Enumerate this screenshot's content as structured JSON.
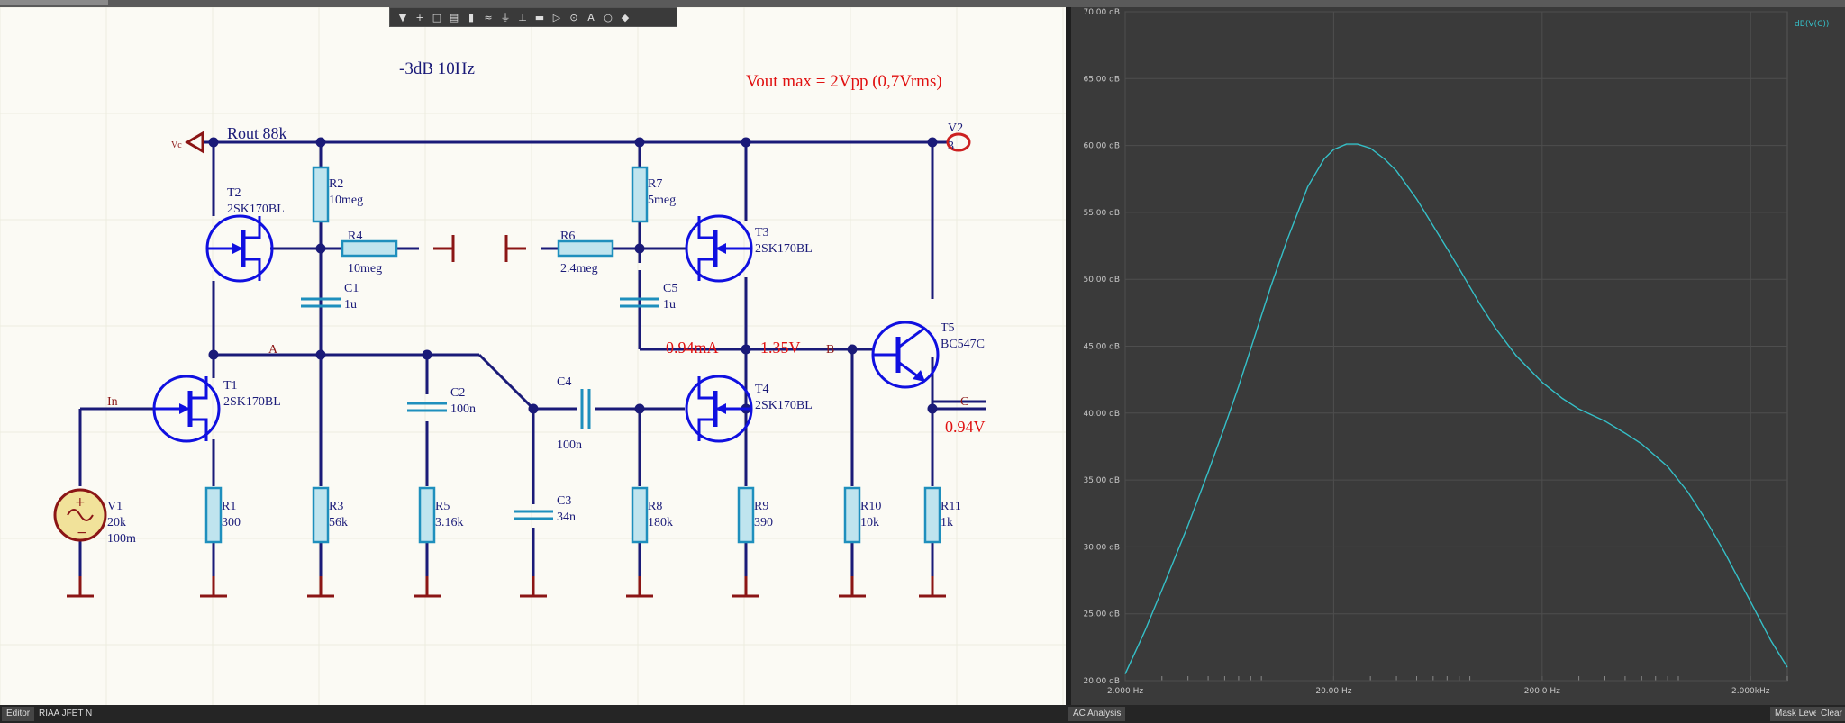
{
  "toolbar": {
    "tools": [
      {
        "name": "select-tool",
        "glyph": "▼"
      },
      {
        "name": "wire-tool",
        "glyph": "+"
      },
      {
        "name": "rect-tool",
        "glyph": "□"
      },
      {
        "name": "bus-tool",
        "glyph": "▤"
      },
      {
        "name": "part-tool",
        "glyph": "▮"
      },
      {
        "name": "source-tool",
        "glyph": "≈"
      },
      {
        "name": "ground-tool",
        "glyph": "⏚"
      },
      {
        "name": "probe-tool",
        "glyph": "⊥"
      },
      {
        "name": "label-tool",
        "glyph": "▬"
      },
      {
        "name": "net-tool",
        "glyph": "▷"
      },
      {
        "name": "measure-tool",
        "glyph": "⊙"
      },
      {
        "name": "text-tool",
        "glyph": "A"
      },
      {
        "name": "ellipse-tool",
        "glyph": "○"
      },
      {
        "name": "highlight-tool",
        "glyph": "◆"
      }
    ]
  },
  "schematic": {
    "title_note": "-3dB 10Hz",
    "vout_note": "Vout max = 2Vpp (0,7Vrms)",
    "rout_note": "Rout 88k",
    "vc_label": "Vc",
    "in_label": "In",
    "node_a": "A",
    "node_b": "B",
    "node_c": "C",
    "current_note": "0.94mA",
    "voltage_b": "1.35V",
    "voltage_c": "0.94V",
    "v2": {
      "name": "V2",
      "value": "3"
    },
    "v1": {
      "name": "V1",
      "value": "20k",
      "value2": "100m"
    },
    "t1": {
      "name": "T1",
      "model": "2SK170BL"
    },
    "t2": {
      "name": "T2",
      "model": "2SK170BL"
    },
    "t3": {
      "name": "T3",
      "model": "2SK170BL"
    },
    "t4": {
      "name": "T4",
      "model": "2SK170BL"
    },
    "t5": {
      "name": "T5",
      "model": "BC547C"
    },
    "r1": {
      "name": "R1",
      "value": "300"
    },
    "r2": {
      "name": "R2",
      "value": "10meg"
    },
    "r3": {
      "name": "R3",
      "value": "56k"
    },
    "r4": {
      "name": "R4",
      "value": "10meg"
    },
    "r5": {
      "name": "R5",
      "value": "3.16k"
    },
    "r6": {
      "name": "R6",
      "value": "2.4meg"
    },
    "r7": {
      "name": "R7",
      "value": "5meg"
    },
    "r8": {
      "name": "R8",
      "value": "180k"
    },
    "r9": {
      "name": "R9",
      "value": "390"
    },
    "r10": {
      "name": "R10",
      "value": "10k"
    },
    "r11": {
      "name": "R11",
      "value": "1k"
    },
    "c1": {
      "name": "C1",
      "value": "1u"
    },
    "c2": {
      "name": "C2",
      "value": "100n"
    },
    "c3": {
      "name": "C3",
      "value": "34n"
    },
    "c4": {
      "name": "C4",
      "value": "100n"
    },
    "c5": {
      "name": "C5",
      "value": "1u"
    }
  },
  "colors": {
    "wire": "#1a1a78",
    "resistor_fill": "#bfe4ee",
    "resistor_stroke": "#1e8fbd",
    "transistor": "#1010e0",
    "ground": "#8b1515",
    "annotation": "#e01010",
    "curve": "#35c0c8",
    "plot_bg": "#3a3a3a",
    "grid": "#4e4e4e"
  },
  "chart_data": {
    "type": "line",
    "title": "",
    "xlabel": "",
    "ylabel": "",
    "xscale": "log",
    "xlim": [
      2,
      3000
    ],
    "ylim": [
      20,
      70
    ],
    "x_ticks": [
      "2.000 Hz",
      "20.00 Hz",
      "200.0 Hz",
      "2.000kHz"
    ],
    "y_ticks": [
      "20.00 dB",
      "25.00 dB",
      "30.00 dB",
      "35.00 dB",
      "40.00 dB",
      "45.00 dB",
      "50.00 dB",
      "55.00 dB",
      "60.00 dB",
      "65.00 dB",
      "70.00 dB"
    ],
    "grid": true,
    "legend_position": "top-right",
    "series": [
      {
        "name": "dB(V(C))",
        "x": [
          2,
          2.5,
          3,
          4,
          5,
          6,
          7,
          8,
          10,
          12,
          15,
          18,
          20,
          23,
          26,
          30,
          35,
          40,
          50,
          60,
          70,
          80,
          100,
          120,
          150,
          200,
          250,
          300,
          400,
          500,
          600,
          800,
          1000,
          1200,
          1500,
          2000,
          2500,
          3000
        ],
        "y": [
          20.5,
          23.8,
          26.8,
          31.6,
          35.6,
          39.0,
          42.0,
          44.8,
          49.5,
          53.0,
          56.9,
          59.0,
          59.7,
          60.1,
          60.1,
          59.8,
          59.0,
          58.1,
          56.0,
          54.0,
          52.3,
          50.8,
          48.2,
          46.3,
          44.3,
          42.3,
          41.1,
          40.3,
          39.4,
          38.5,
          37.7,
          36.0,
          34.1,
          32.2,
          29.6,
          25.9,
          23.0,
          21.0
        ]
      }
    ]
  },
  "statusbar": {
    "editor_tab": "Editor",
    "file_tab": "RIAA JFET N",
    "analysis_tab": "AC Analysis",
    "mask_button": "Mask Level",
    "clear_button": "Clear"
  }
}
